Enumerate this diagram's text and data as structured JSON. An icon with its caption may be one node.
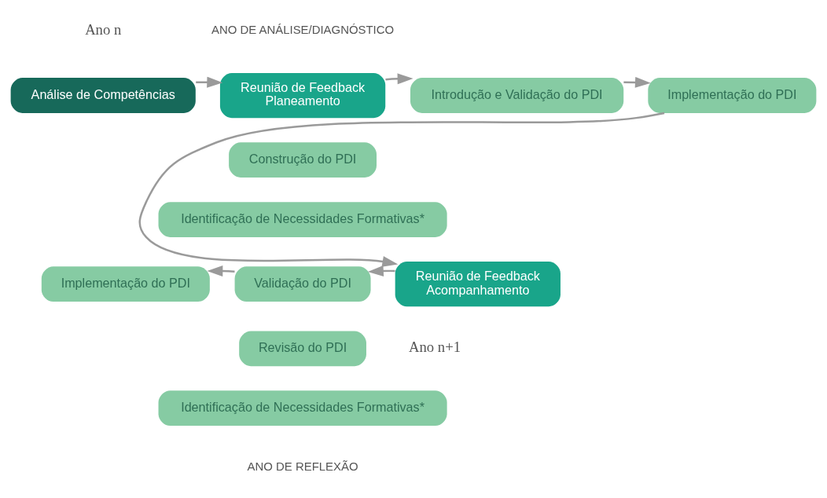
{
  "diagram": {
    "nodes": [
      {
        "text": [
          "Análise de Competências"
        ]
      },
      {
        "text": [
          "Reunião de Feedback",
          "Planeamento"
        ]
      },
      {
        "text": [
          "Introdução e Validação do PDI"
        ]
      },
      {
        "text": [
          "Implementação do PDI"
        ]
      },
      {
        "text": [
          "Construção do PDI"
        ]
      },
      {
        "text": [
          "Identificação de Necessidades Formativas*"
        ]
      },
      {
        "text": [
          "Reunião de Feedback",
          "Acompanhamento"
        ]
      },
      {
        "text": [
          "Validação do PDI"
        ]
      },
      {
        "text": [
          "Implementação do PDI"
        ]
      },
      {
        "text": [
          "Revisão do PDI"
        ]
      },
      {
        "text": [
          "Identificação de Necessidades Formativas*"
        ]
      }
    ],
    "edges": [
      {
        "from": 0,
        "to": 1,
        "arrow": "to"
      },
      {
        "from": 1,
        "to": 2,
        "arrow": "to"
      },
      {
        "from": 2,
        "to": 3,
        "arrow": "to"
      },
      {
        "from": 3,
        "to": 6,
        "arrow": "to"
      },
      {
        "from": 6,
        "to": 7,
        "arrow": "to"
      },
      {
        "from": 7,
        "to": 8,
        "arrow": "to"
      }
    ],
    "labels": [
      "ANO DE ANÁLISE/DIAGNÓSTICO",
      "Ano n",
      "Ano n+1",
      "ANO DE REFLEXÃO"
    ]
  }
}
